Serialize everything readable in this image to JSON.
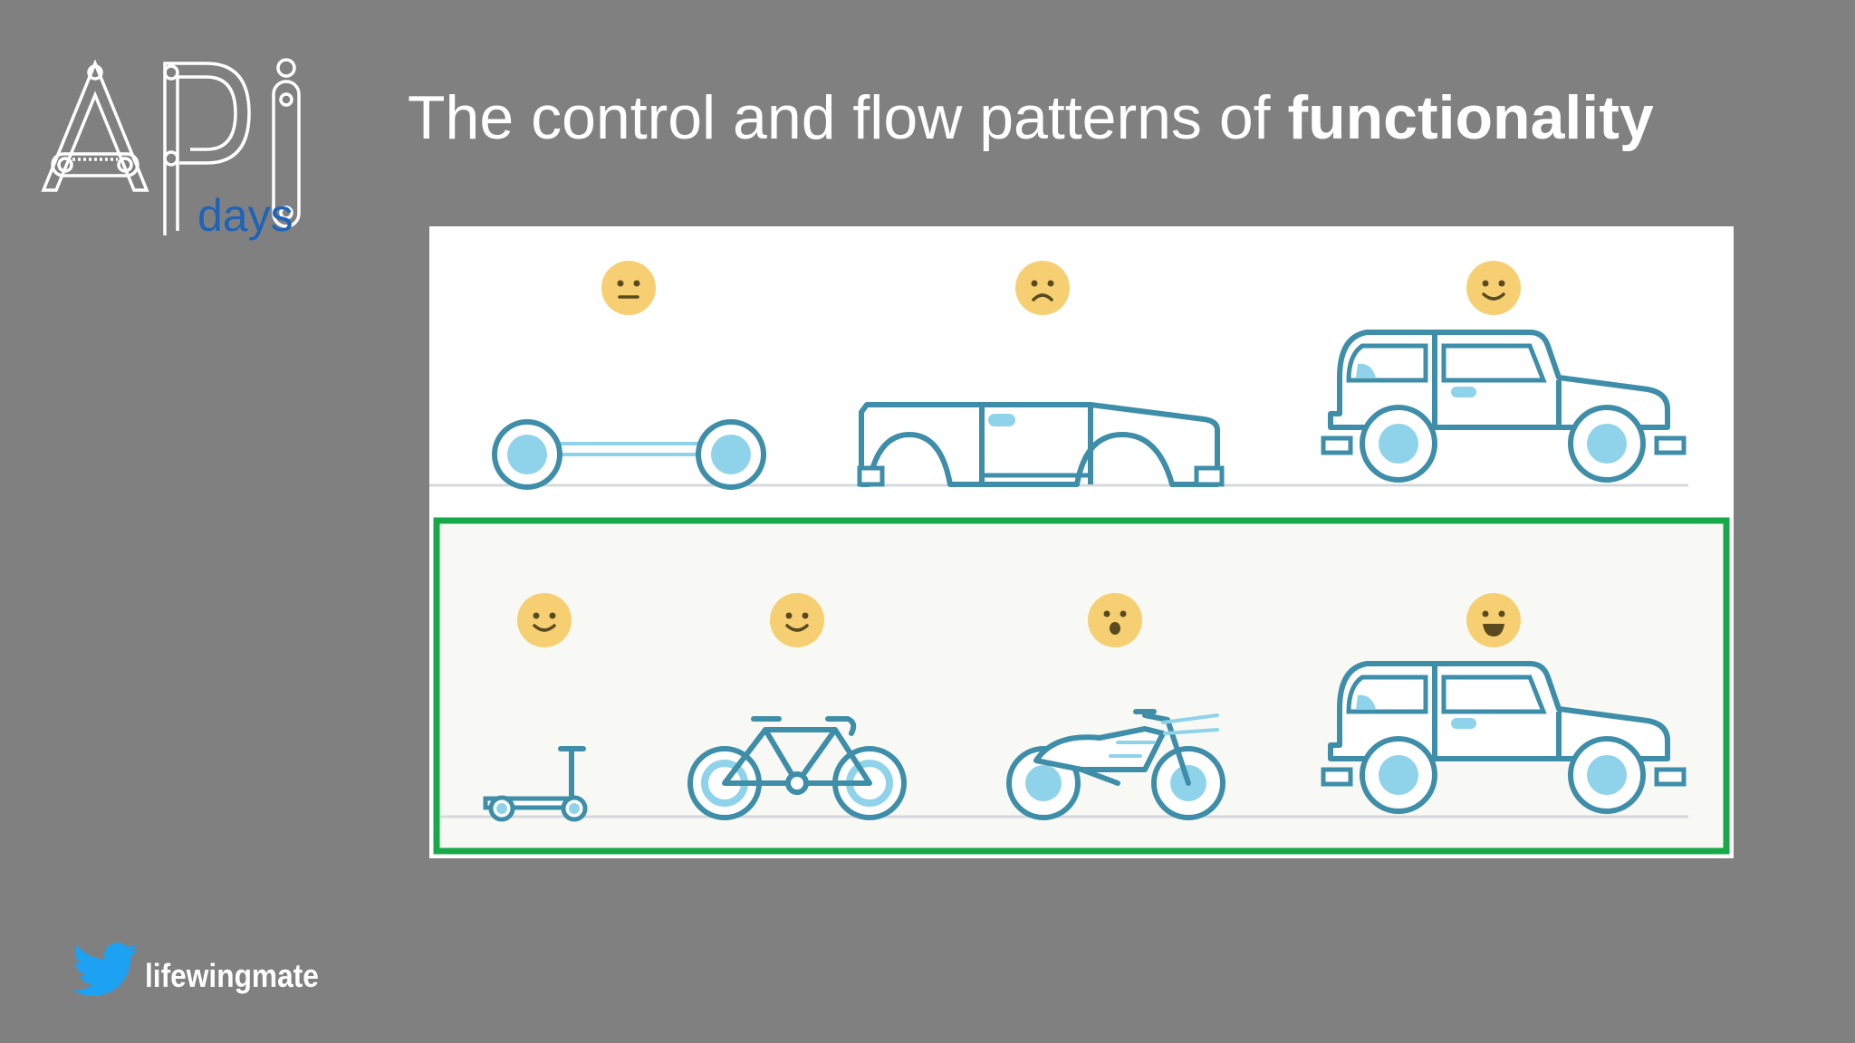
{
  "logo": {
    "word": "API",
    "sub": "days"
  },
  "slide": {
    "title_regular": "The control and flow patterns of ",
    "title_bold": "functionality"
  },
  "illustration": {
    "top_row": [
      {
        "mood": "neutral-face-icon",
        "item": "wheels-and-axle"
      },
      {
        "mood": "sad-face-icon",
        "item": "car-body-shell"
      },
      {
        "mood": "smile-face-icon",
        "item": "car"
      }
    ],
    "bottom_row": [
      {
        "mood": "smile-face-icon",
        "item": "scooter"
      },
      {
        "mood": "smile-face-icon",
        "item": "bicycle"
      },
      {
        "mood": "surprised-face-icon",
        "item": "motorcycle"
      },
      {
        "mood": "grin-face-icon",
        "item": "car"
      }
    ],
    "highlight_color": "#17a84a",
    "stroke_color": "#3e8ea9",
    "fill_color": "#8fd3ea",
    "face_color": "#f6cf72"
  },
  "footer": {
    "handle": "lifewingmate",
    "icon": "twitter-bird-icon"
  }
}
